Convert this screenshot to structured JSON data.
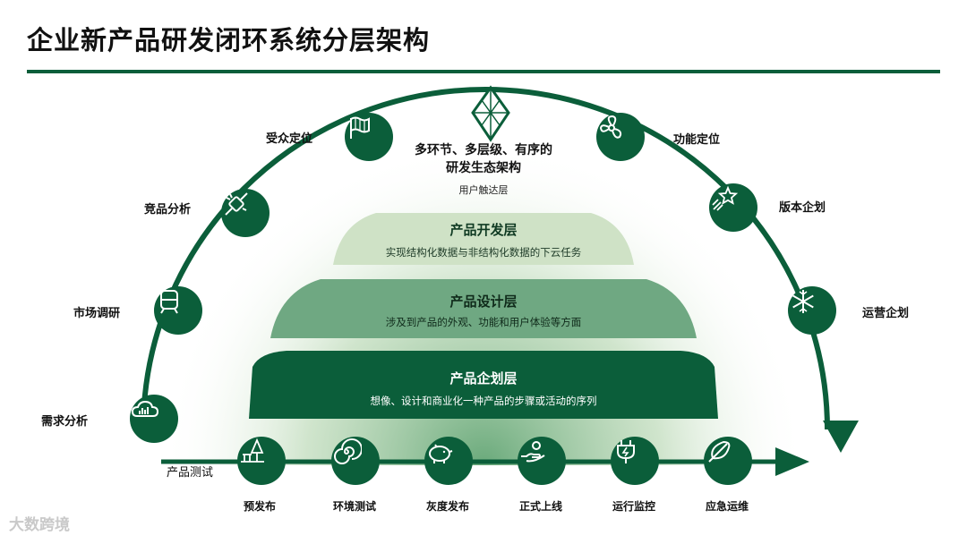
{
  "title": "企业新产品研发闭环系统分层架构",
  "center": {
    "title_line1": "多环节、多层级、有序的",
    "title_line2": "研发生态架构",
    "subtitle": "用户触达层"
  },
  "layers": [
    {
      "title": "产品开发层",
      "desc": "实现结构化数据与非结构化数据的下云任务"
    },
    {
      "title": "产品设计层",
      "desc": "涉及到产品的外观、功能和用户体验等方面"
    },
    {
      "title": "产品企划层",
      "desc": "想像、设计和商业化一种产品的步骤或活动的序列"
    }
  ],
  "arc_nodes": [
    {
      "label": "需求分析",
      "icon": "cloud-bars-icon"
    },
    {
      "label": "市场调研",
      "icon": "train-icon"
    },
    {
      "label": "竞品分析",
      "icon": "plug-icon"
    },
    {
      "label": "受众定位",
      "icon": "flag-icon"
    },
    {
      "label": "功能定位",
      "icon": "fan-icon"
    },
    {
      "label": "版本企划",
      "icon": "shooting-star-icon"
    },
    {
      "label": "运营企划",
      "icon": "snowflake-icon"
    }
  ],
  "test_label": "产品测试",
  "bottom_nodes": [
    {
      "label": "预发布",
      "icon": "park-icon"
    },
    {
      "label": "环境测试",
      "icon": "spiral-icon"
    },
    {
      "label": "灰度发布",
      "icon": "piggy-bank-icon"
    },
    {
      "label": "正式上线",
      "icon": "hand-coin-icon"
    },
    {
      "label": "运行监控",
      "icon": "power-plug-icon"
    },
    {
      "label": "应急运维",
      "icon": "feather-icon"
    }
  ],
  "watermark": "大数跨境",
  "colors": {
    "primary": "#0b5e3a",
    "mid": "#6fa882",
    "light": "#b9d6b7",
    "text": "#111111"
  }
}
